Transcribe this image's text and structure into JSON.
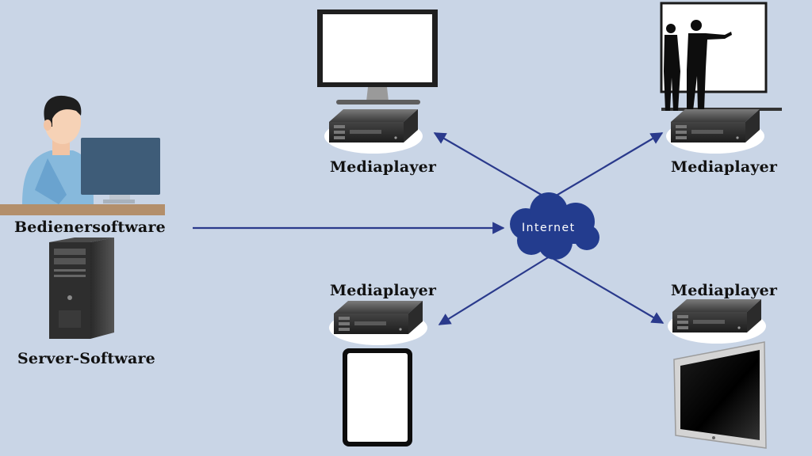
{
  "nodes": {
    "operator_label": "Bedienersoftware",
    "server_label": "Server-Software",
    "internet_label": "Internet",
    "player_top_left_label": "Mediaplayer",
    "player_top_right_label": "Mediaplayer",
    "player_bottom_left_label": "Mediaplayer",
    "player_bottom_right_label": "Mediaplayer"
  },
  "colors": {
    "background": "#c9d5e6",
    "arrow": "#2a3a8c",
    "cloud": "#233c8e",
    "monitor_screen_user": "#3e5c78",
    "shirt": "#87b9dc",
    "desk": "#b38f6b"
  },
  "icons": [
    "user-at-computer-icon",
    "server-tower-icon",
    "cloud-icon",
    "monitor-icon",
    "presentation-screen-icon",
    "tablet-icon",
    "flat-tv-icon",
    "media-player-box-icon"
  ]
}
